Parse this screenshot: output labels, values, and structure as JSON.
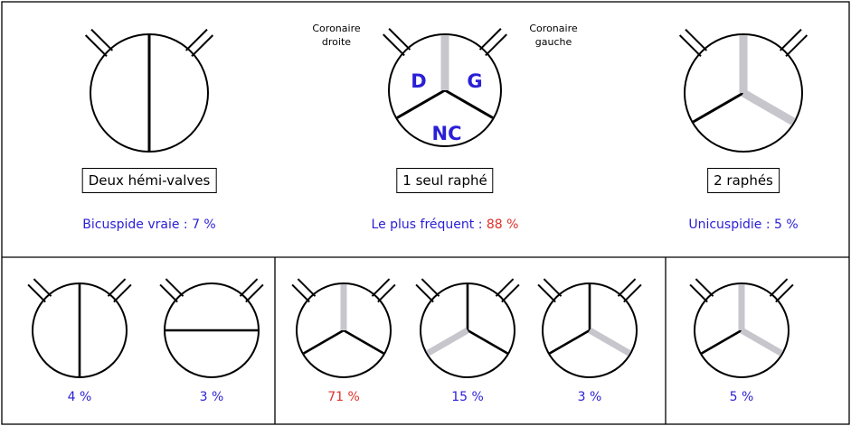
{
  "colors": {
    "blue": "#2a1fd6",
    "red": "#e0302a",
    "raphe": "#c6c6cc",
    "commissure": "#000000"
  },
  "coronary_labels": {
    "right": "Coronaire droite",
    "left": "Coronaire gauche"
  },
  "leaflet_labels": {
    "right": "D",
    "left": "G",
    "noncoronary": "NC"
  },
  "top": [
    {
      "type": "vertical",
      "box": "Deux hémi-valves",
      "caption": "Bicuspide vraie : ",
      "percent": "7 %",
      "percent_color": "blue"
    },
    {
      "type": "tri",
      "segments": {
        "up": "raphe",
        "down_left": "commissure",
        "down_right": "commissure"
      },
      "box": "1 seul raphé",
      "caption": "Le plus fréquent : ",
      "percent": "88 %",
      "percent_color": "red"
    },
    {
      "type": "tri",
      "segments": {
        "up": "raphe",
        "down_left": "commissure",
        "down_right": "raphe"
      },
      "box": "2 raphés",
      "caption": "Unicuspidie : ",
      "percent": "5 %",
      "percent_color": "blue"
    }
  ],
  "bottom": [
    {
      "type": "vertical",
      "percent": "4 %",
      "percent_color": "blue"
    },
    {
      "type": "horizontal",
      "percent": "3 %",
      "percent_color": "blue"
    },
    {
      "type": "tri",
      "segments": {
        "up": "raphe",
        "down_left": "commissure",
        "down_right": "commissure"
      },
      "percent": "71 %",
      "percent_color": "red"
    },
    {
      "type": "tri",
      "segments": {
        "up": "commissure",
        "down_left": "raphe",
        "down_right": "commissure"
      },
      "percent": "15 %",
      "percent_color": "blue"
    },
    {
      "type": "tri",
      "segments": {
        "up": "commissure",
        "down_left": "commissure",
        "down_right": "raphe"
      },
      "percent": "3 %",
      "percent_color": "blue"
    },
    {
      "type": "tri",
      "segments": {
        "up": "raphe",
        "down_left": "commissure",
        "down_right": "raphe"
      },
      "percent": "5 %",
      "percent_color": "blue"
    }
  ]
}
